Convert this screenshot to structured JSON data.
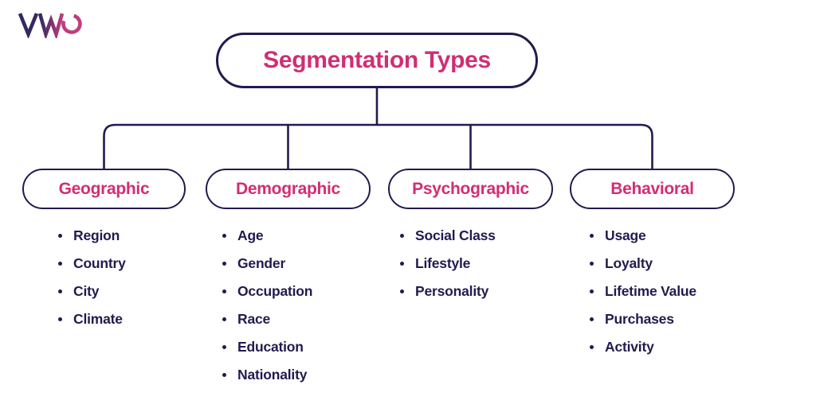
{
  "logo": {
    "text": "VWO"
  },
  "theme": {
    "navy": "#211b4e",
    "pink": "#d22d73",
    "logo_navy": "#322a60",
    "logo_pink": "#bf3d7c",
    "background": "#ffffff"
  },
  "root": {
    "label": "Segmentation Types"
  },
  "branches": [
    {
      "label": "Geographic",
      "items": [
        "Region",
        "Country",
        "City",
        "Climate"
      ]
    },
    {
      "label": "Demographic",
      "items": [
        "Age",
        "Gender",
        "Occupation",
        "Race",
        "Education",
        "Nationality"
      ]
    },
    {
      "label": "Psychographic",
      "items": [
        "Social Class",
        "Lifestyle",
        "Personality"
      ]
    },
    {
      "label": "Behavioral",
      "items": [
        "Usage",
        "Loyalty",
        "Lifetime Value",
        "Purchases",
        "Activity"
      ]
    }
  ]
}
